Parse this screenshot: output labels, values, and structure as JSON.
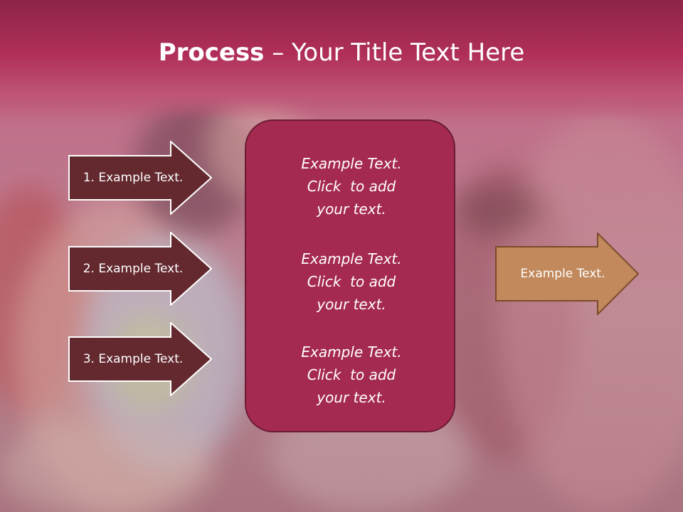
{
  "title": {
    "bold": "Process",
    "rest": " – Your Title Text Here"
  },
  "left_steps": [
    {
      "label": "1. Example Text."
    },
    {
      "label": "2. Example Text."
    },
    {
      "label": "3. Example Text."
    }
  ],
  "center_blocks": [
    {
      "line1": "Example Text.",
      "line2": "Click  to add",
      "line3": "your text."
    },
    {
      "line1": "Example Text.",
      "line2": "Click  to add",
      "line3": "your text."
    },
    {
      "line1": "Example Text.",
      "line2": "Click  to add",
      "line3": "your text."
    }
  ],
  "right_arrow": {
    "label": "Example Text."
  },
  "colors": {
    "header": "#b02f58",
    "step_arrow_fill": "#63292f",
    "center_box_fill": "#a52a50",
    "right_arrow_fill": "#c1895c"
  }
}
